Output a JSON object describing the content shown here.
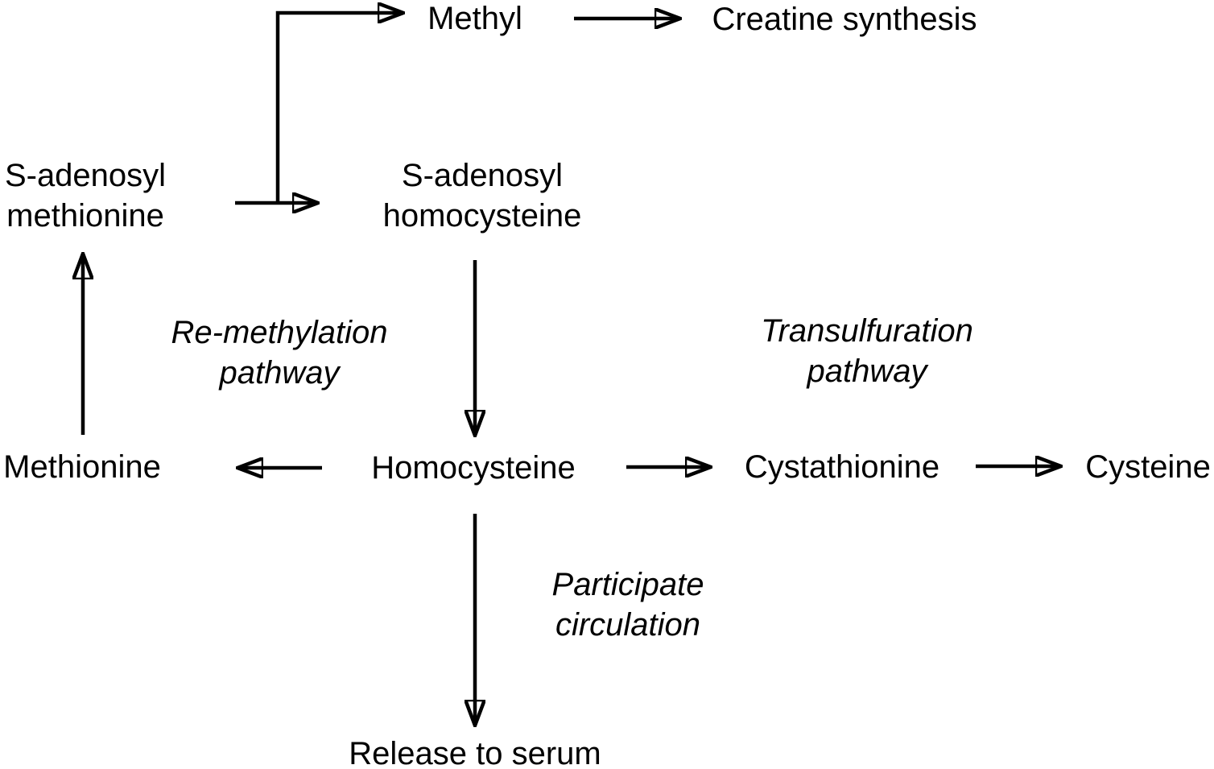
{
  "diagram": {
    "colors": {
      "background": "#ffffff",
      "line": "#000000",
      "text": "#000000"
    },
    "nodes": {
      "methyl": {
        "label": "Methyl"
      },
      "creatine_synthesis": {
        "label": "Creatine synthesis"
      },
      "s_adenosyl_methionine": {
        "label": "S-adenosyl\nmethionine"
      },
      "s_adenosyl_homocysteine": {
        "label": "S-adenosyl\nhomocysteine"
      },
      "methionine": {
        "label": "Methionine"
      },
      "homocysteine": {
        "label": "Homocysteine"
      },
      "cystathionine": {
        "label": "Cystathionine"
      },
      "cysteine": {
        "label": "Cysteine"
      },
      "release_to_serum": {
        "label": "Release to serum"
      }
    },
    "annotations": {
      "re_methylation_pathway": {
        "label": "Re-methylation\npathway"
      },
      "transulfuration_pathway": {
        "label": "Transulfuration\npathway"
      },
      "participate_circulation": {
        "label": "Participate\ncirculation"
      }
    },
    "edges": [
      {
        "from": "Methyl",
        "to": "Creatine synthesis"
      },
      {
        "from": "S-adenosyl methionine",
        "to": "Methyl"
      },
      {
        "from": "S-adenosyl methionine",
        "to": "S-adenosyl homocysteine"
      },
      {
        "from": "S-adenosyl homocysteine",
        "to": "Homocysteine"
      },
      {
        "from": "Homocysteine",
        "to": "Methionine"
      },
      {
        "from": "Methionine",
        "to": "S-adenosyl methionine"
      },
      {
        "from": "Homocysteine",
        "to": "Cystathionine"
      },
      {
        "from": "Cystathionine",
        "to": "Cysteine"
      },
      {
        "from": "Homocysteine",
        "to": "Release to serum"
      }
    ]
  }
}
